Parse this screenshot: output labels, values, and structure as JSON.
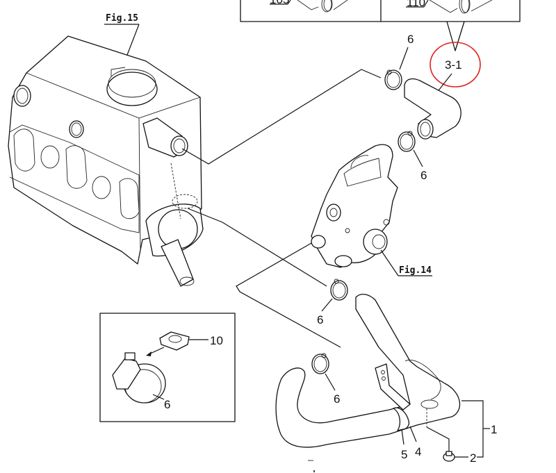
{
  "diagram": {
    "figure_refs": {
      "fig15": "Fig.15",
      "fig14": "Fig.14"
    },
    "inset_top": {
      "left_label": "105",
      "right_label": "110"
    },
    "highlight": {
      "label": "3-1",
      "color": "#e02020"
    },
    "callouts": {
      "clamp_top": "6",
      "clamp_upper_right": "6",
      "clamp_mid": "6",
      "clamp_lower": "6",
      "main_hose": "1",
      "drain_plug": "2",
      "band_4": "4",
      "band_5": "5",
      "detail_clamp": "6",
      "detail_clip": "10"
    }
  }
}
